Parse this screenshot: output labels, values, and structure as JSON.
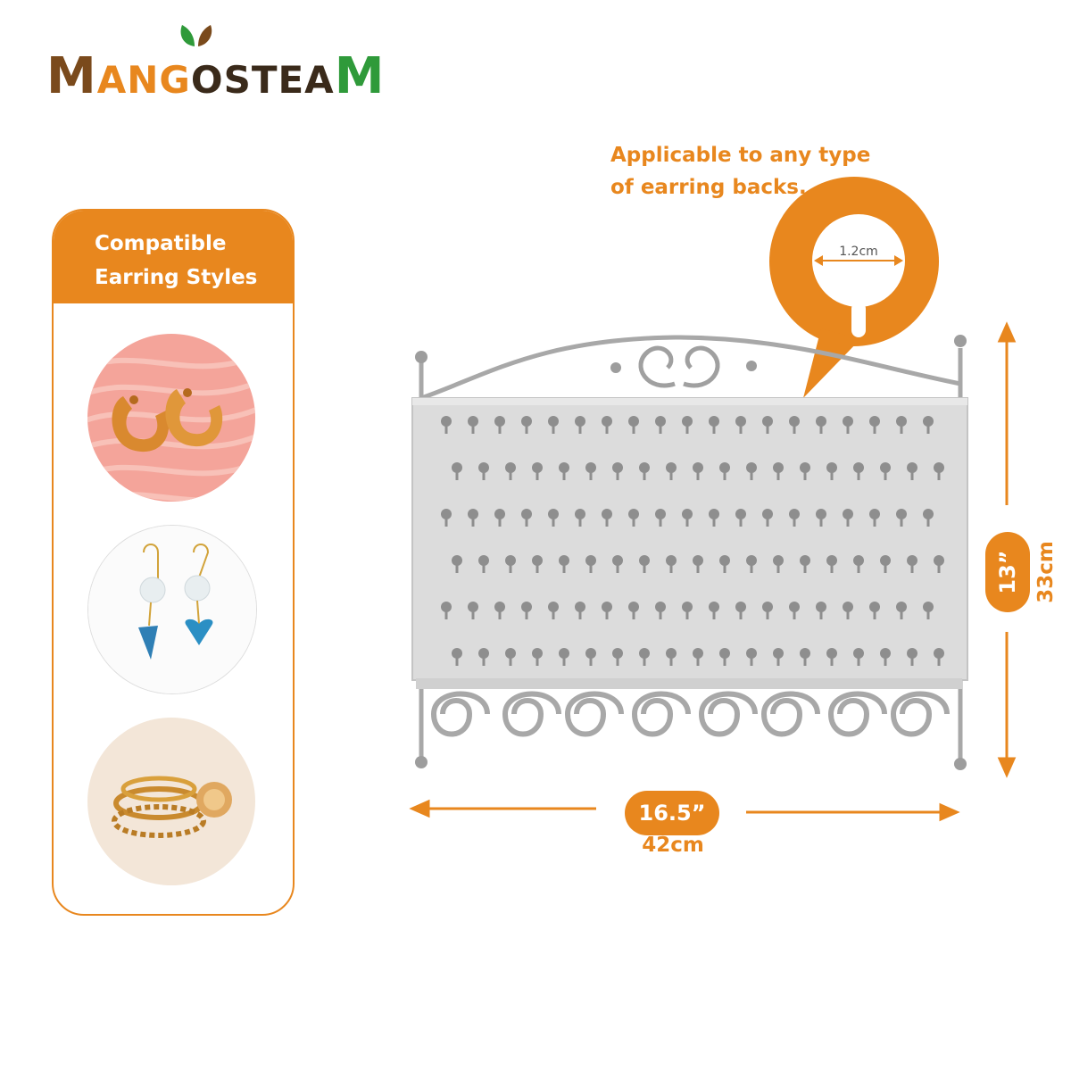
{
  "brand": {
    "logo_parts": [
      "M",
      "AN",
      "G",
      "O ",
      "STEA",
      "M"
    ],
    "logo_colors": {
      "brown": "#7a4a1c",
      "orange": "#e8871e",
      "dark": "#3a2a1a",
      "green": "#2f9a3a"
    }
  },
  "panel": {
    "title": "Compatible Earring Styles",
    "items": [
      {
        "icon": "hoop-earrings-image"
      },
      {
        "icon": "crystal-heart-drop-earrings-image"
      },
      {
        "icon": "ear-cuff-earrings-image"
      }
    ]
  },
  "callout": {
    "text_line1": "Applicable to any type",
    "text_line2": "of earring backs.",
    "hole_size": "1.2cm"
  },
  "dimensions": {
    "width_in": "16.5”",
    "width_cm": "42cm",
    "height_in": "13”",
    "height_cm": "33cm"
  },
  "colors": {
    "accent": "#e8871e",
    "rack": "#d9d9d9"
  }
}
